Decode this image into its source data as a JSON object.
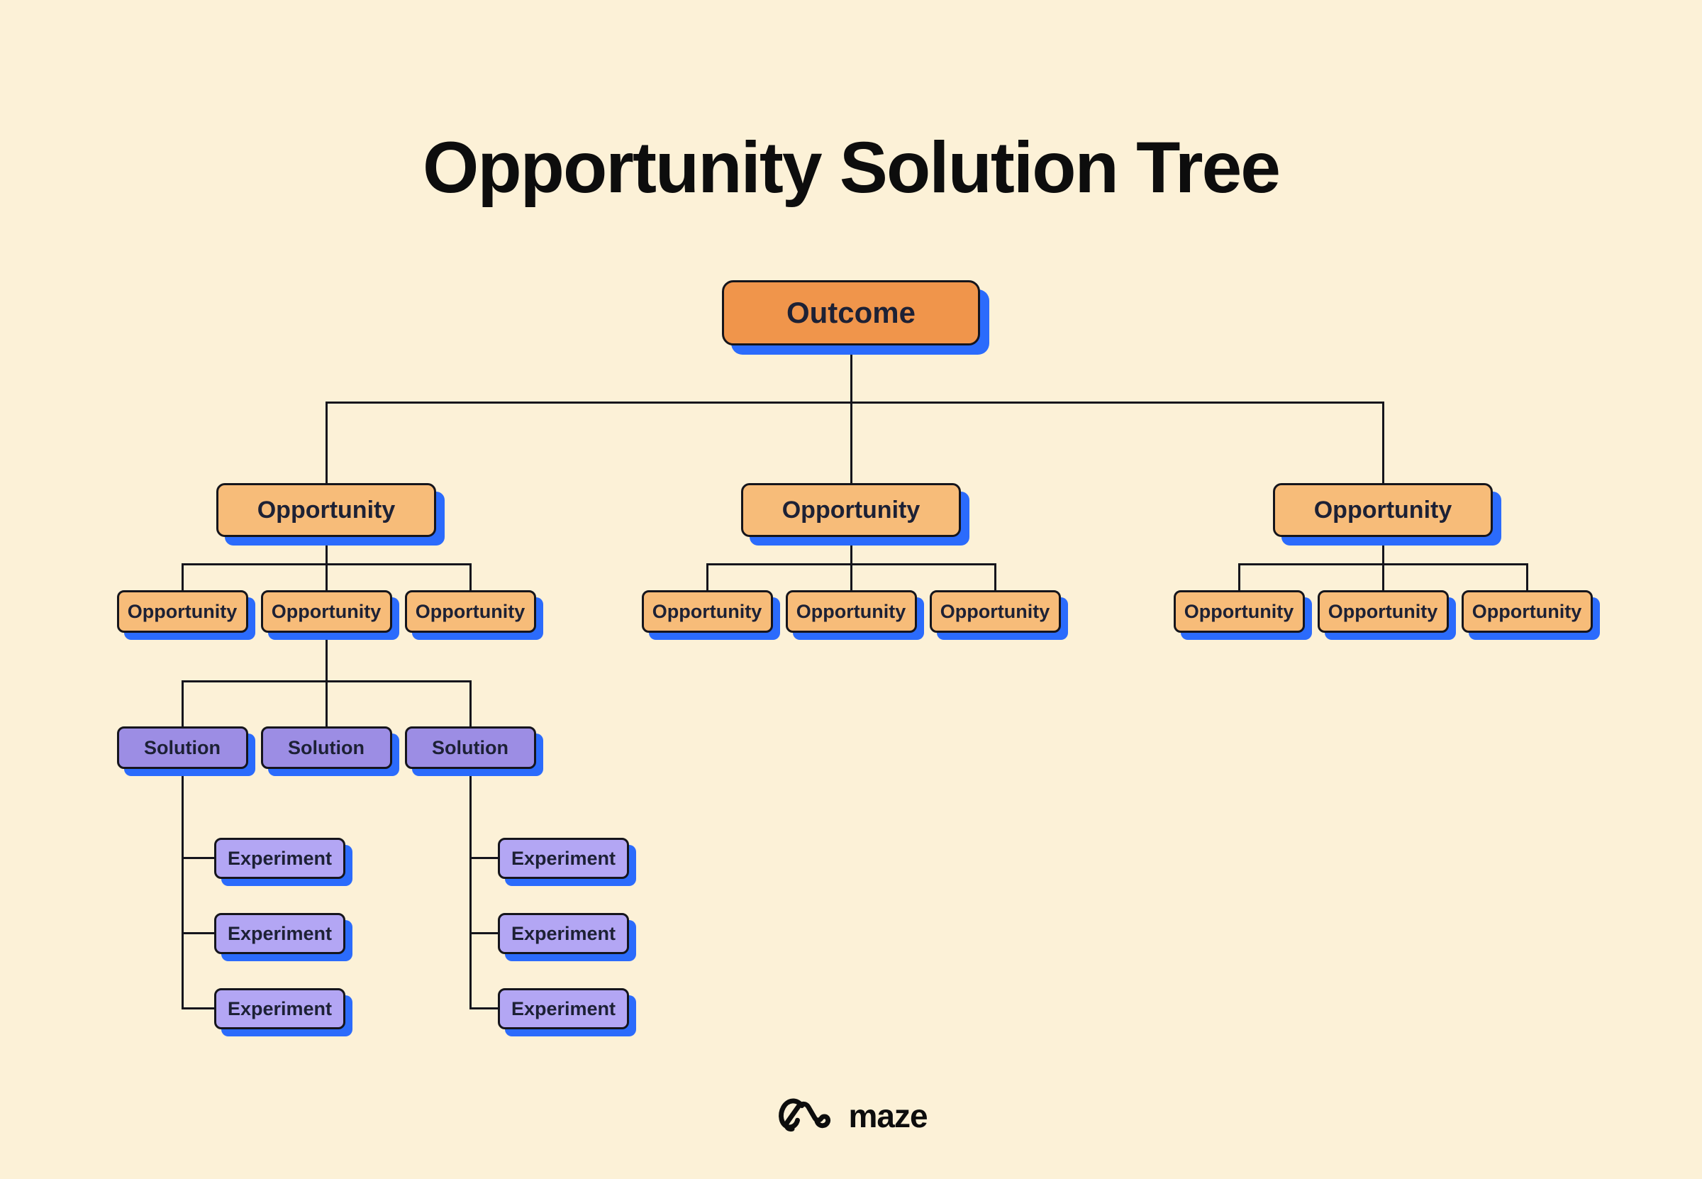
{
  "title": "Opportunity Solution Tree",
  "colors": {
    "background": "#FCF1D7",
    "outcome_fill": "#F0954B",
    "opportunity_fill": "#F7BC79",
    "solution_fill": "#9C8DE4",
    "experiment_fill": "#B3A6F4",
    "shadow_blue": "#2B6BFC",
    "node_border": "#15151C",
    "node_text": "#1D2135",
    "line_color": "#15151C",
    "title_color": "#0D0D0D"
  },
  "tree": {
    "outcome": {
      "label": "Outcome"
    },
    "opportunity_groups": [
      {
        "parent": {
          "label": "Opportunity"
        },
        "children": [
          {
            "label": "Opportunity"
          },
          {
            "label": "Opportunity"
          },
          {
            "label": "Opportunity"
          }
        ]
      },
      {
        "parent": {
          "label": "Opportunity"
        },
        "children": [
          {
            "label": "Opportunity"
          },
          {
            "label": "Opportunity"
          },
          {
            "label": "Opportunity"
          }
        ]
      },
      {
        "parent": {
          "label": "Opportunity"
        },
        "children": [
          {
            "label": "Opportunity"
          },
          {
            "label": "Opportunity"
          },
          {
            "label": "Opportunity"
          }
        ]
      }
    ],
    "solutions": [
      {
        "label": "Solution",
        "experiments": [
          {
            "label": "Experiment"
          },
          {
            "label": "Experiment"
          },
          {
            "label": "Experiment"
          }
        ]
      },
      {
        "label": "Solution",
        "experiments": []
      },
      {
        "label": "Solution",
        "experiments": [
          {
            "label": "Experiment"
          },
          {
            "label": "Experiment"
          },
          {
            "label": "Experiment"
          }
        ]
      }
    ]
  },
  "footer": {
    "brand": "maze",
    "logo_icon": "maze-logo-icon"
  }
}
